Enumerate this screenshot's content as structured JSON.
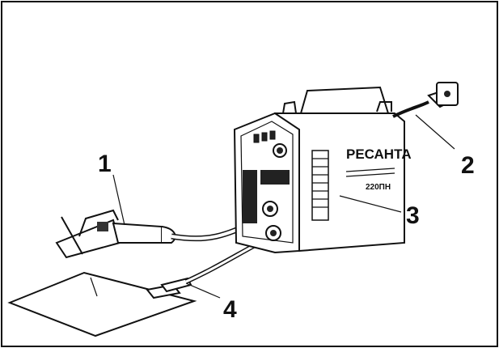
{
  "diagram": {
    "callouts": [
      {
        "id": "1",
        "label": "1"
      },
      {
        "id": "2",
        "label": "2"
      },
      {
        "id": "3",
        "label": "3"
      },
      {
        "id": "4",
        "label": "4"
      }
    ],
    "brand_text": "РЕСАНТА",
    "model_text": "220ПН"
  }
}
